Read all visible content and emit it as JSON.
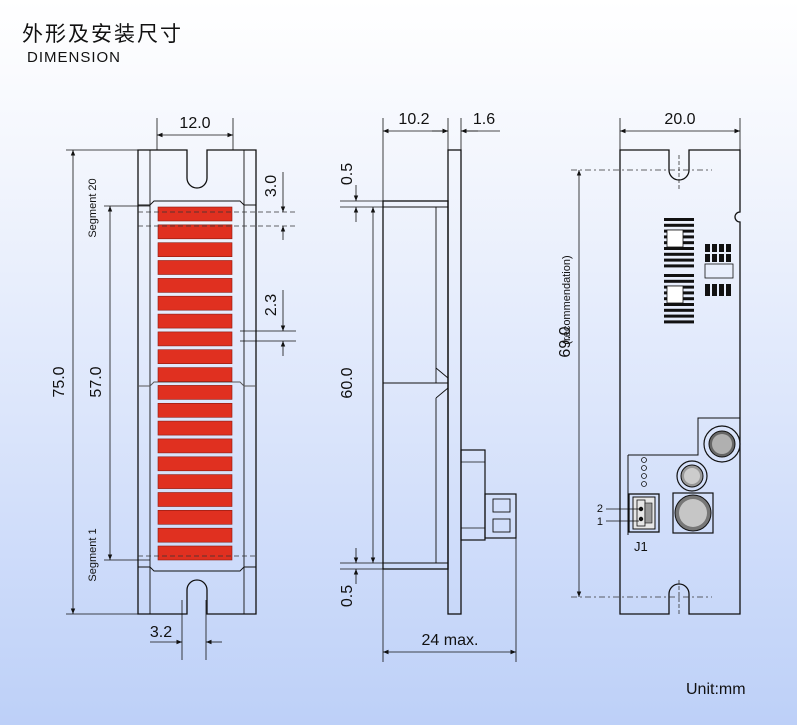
{
  "title_cn": "外形及安装尺寸",
  "title_en": "DIMENSION",
  "unit": "Unit:mm",
  "front_view": {
    "width": "12.0",
    "height_total": "75.0",
    "height_segments": "57.0",
    "segment_pitch": "3.0",
    "segment_gap": "2.3",
    "hole_offset": "3.2",
    "segment_top_label": "Segment 20",
    "segment_bottom_label": "Segment 1",
    "segment_count": 20,
    "segment_color": "#e03020"
  },
  "side_view": {
    "depth_body": "10.2",
    "pcb_thickness": "1.6",
    "height": "60.0",
    "offset_top": "0.5",
    "offset_bottom": "0.5",
    "total_depth": "24 max."
  },
  "back_view": {
    "width": "20.0",
    "hole_distance": "69.0",
    "hole_distance_note": "(recommendation)",
    "connector_label": "J1",
    "pin1": "1",
    "pin2": "2"
  }
}
